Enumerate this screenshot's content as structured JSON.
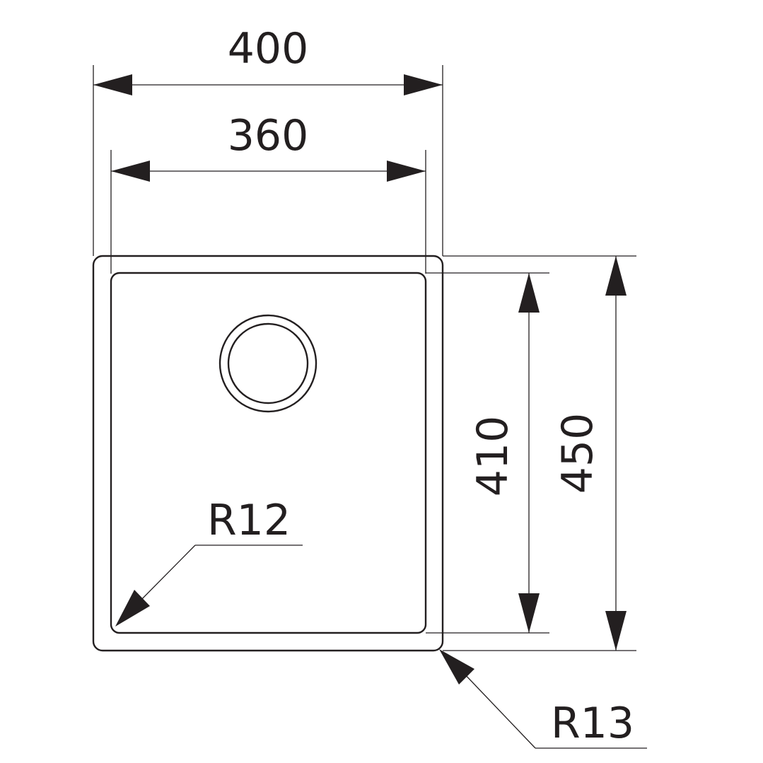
{
  "dimensions": {
    "outer_width": "400",
    "inner_width": "360",
    "inner_height": "410",
    "outer_height": "450",
    "inner_radius": "R12",
    "outer_radius": "R13"
  },
  "colors": {
    "line": "#231f20",
    "background": "#ffffff"
  }
}
